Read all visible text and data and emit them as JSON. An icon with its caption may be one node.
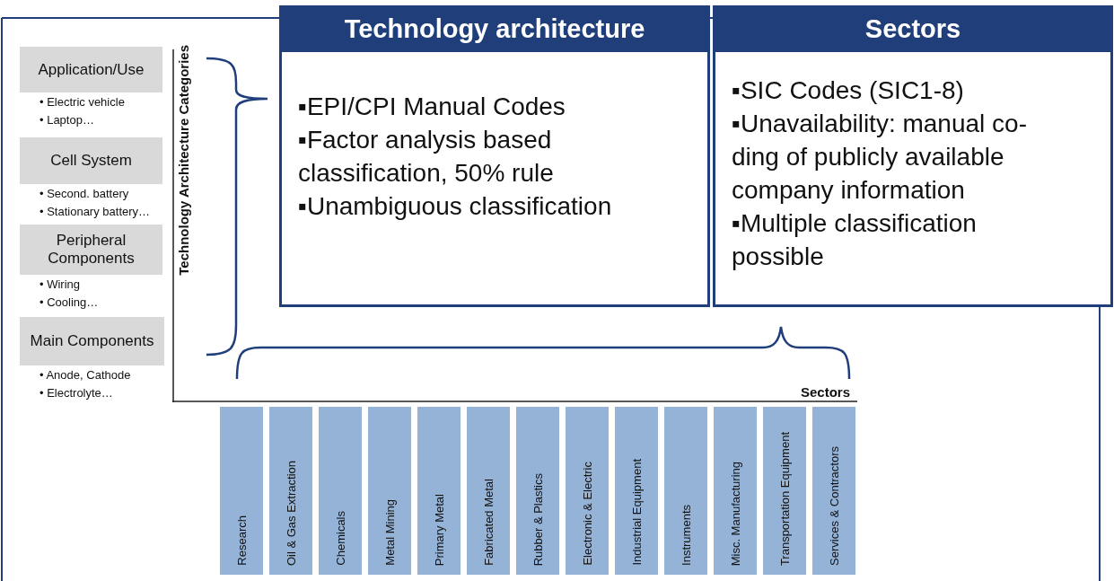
{
  "diagram": {
    "nodes": [
      {
        "text": [
          "Application/Use"
        ],
        "beside": [
          "• Electric vehicle",
          "• Laptop…"
        ]
      },
      {
        "text": [
          "Cell System"
        ],
        "beside": [
          "• Second. battery",
          "• Stationary battery…"
        ]
      },
      {
        "text": [
          "Peripheral Components"
        ],
        "beside": [
          "• Wiring",
          "• Cooling…"
        ]
      },
      {
        "text": [
          "Main Components"
        ],
        "beside": [
          "• Anode, Cathode",
          "• Electrolyte…"
        ]
      },
      {
        "text": [
          "Technology architecture",
          "▪EPI/CPI Manual Codes",
          "▪Factor analysis based classification, 50% rule",
          "▪Unambiguous classification"
        ]
      },
      {
        "text": [
          "Sectors",
          "▪SIC Codes (SIC1-8)",
          "▪Unavailability: manual co-ding of publicly available company information",
          "▪Multiple classification possible"
        ]
      },
      {
        "text": [
          "Research"
        ]
      },
      {
        "text": [
          "Oil & Gas Extraction"
        ]
      },
      {
        "text": [
          "Chemicals"
        ]
      },
      {
        "text": [
          "Metal Mining"
        ]
      },
      {
        "text": [
          "Primary Metal"
        ]
      },
      {
        "text": [
          "Fabricated Metal"
        ]
      },
      {
        "text": [
          "Rubber & Plastics"
        ]
      },
      {
        "text": [
          "Electronic & Electric"
        ]
      },
      {
        "text": [
          "Industrial Equipment"
        ]
      },
      {
        "text": [
          "Instruments"
        ]
      },
      {
        "text": [
          "Misc. Manufacturing"
        ]
      },
      {
        "text": [
          "Transportation Equipment"
        ]
      },
      {
        "text": [
          "Services & Contractors"
        ]
      }
    ],
    "edges": [],
    "labels": [
      "Technology Architecture Categories",
      "Sectors"
    ]
  }
}
